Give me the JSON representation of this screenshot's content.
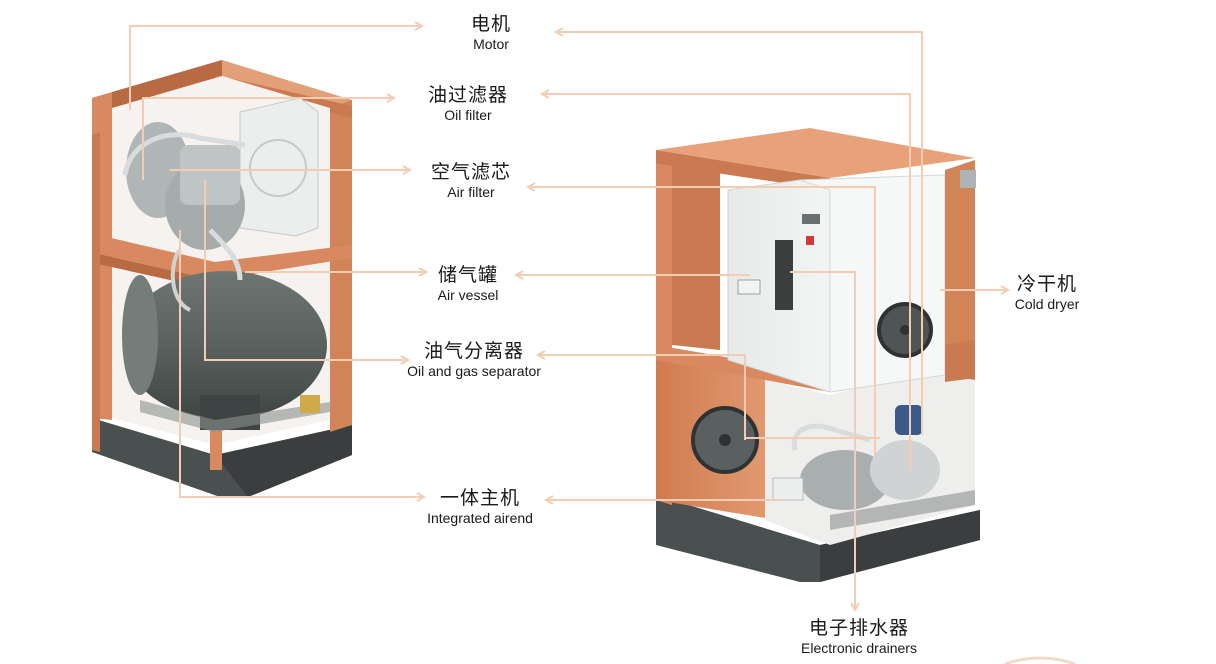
{
  "colors": {
    "leader": "#f2cdb3",
    "frame": "#d9895f",
    "frame_dark": "#b86a42",
    "base": "#4a4f4f",
    "tank": "#5e6563",
    "panel": "#f1f2f2",
    "metal": "#b7bcbd"
  },
  "labels": [
    {
      "id": "motor",
      "cn": "电机",
      "en": "Motor"
    },
    {
      "id": "oil-filter",
      "cn": "油过滤器",
      "en": "Oil filter"
    },
    {
      "id": "air-filter",
      "cn": "空气滤芯",
      "en": "Air filter"
    },
    {
      "id": "air-vessel",
      "cn": "储气罐",
      "en": "Air vessel"
    },
    {
      "id": "separator",
      "cn": "油气分离器",
      "en": "Oil and gas separator"
    },
    {
      "id": "airend",
      "cn": "一体主机",
      "en": "Integrated airend"
    },
    {
      "id": "cold-dryer",
      "cn": "冷干机",
      "en": "Cold dryer"
    },
    {
      "id": "drainer",
      "cn": "电子排水器",
      "en": "Electronic drainers"
    }
  ]
}
